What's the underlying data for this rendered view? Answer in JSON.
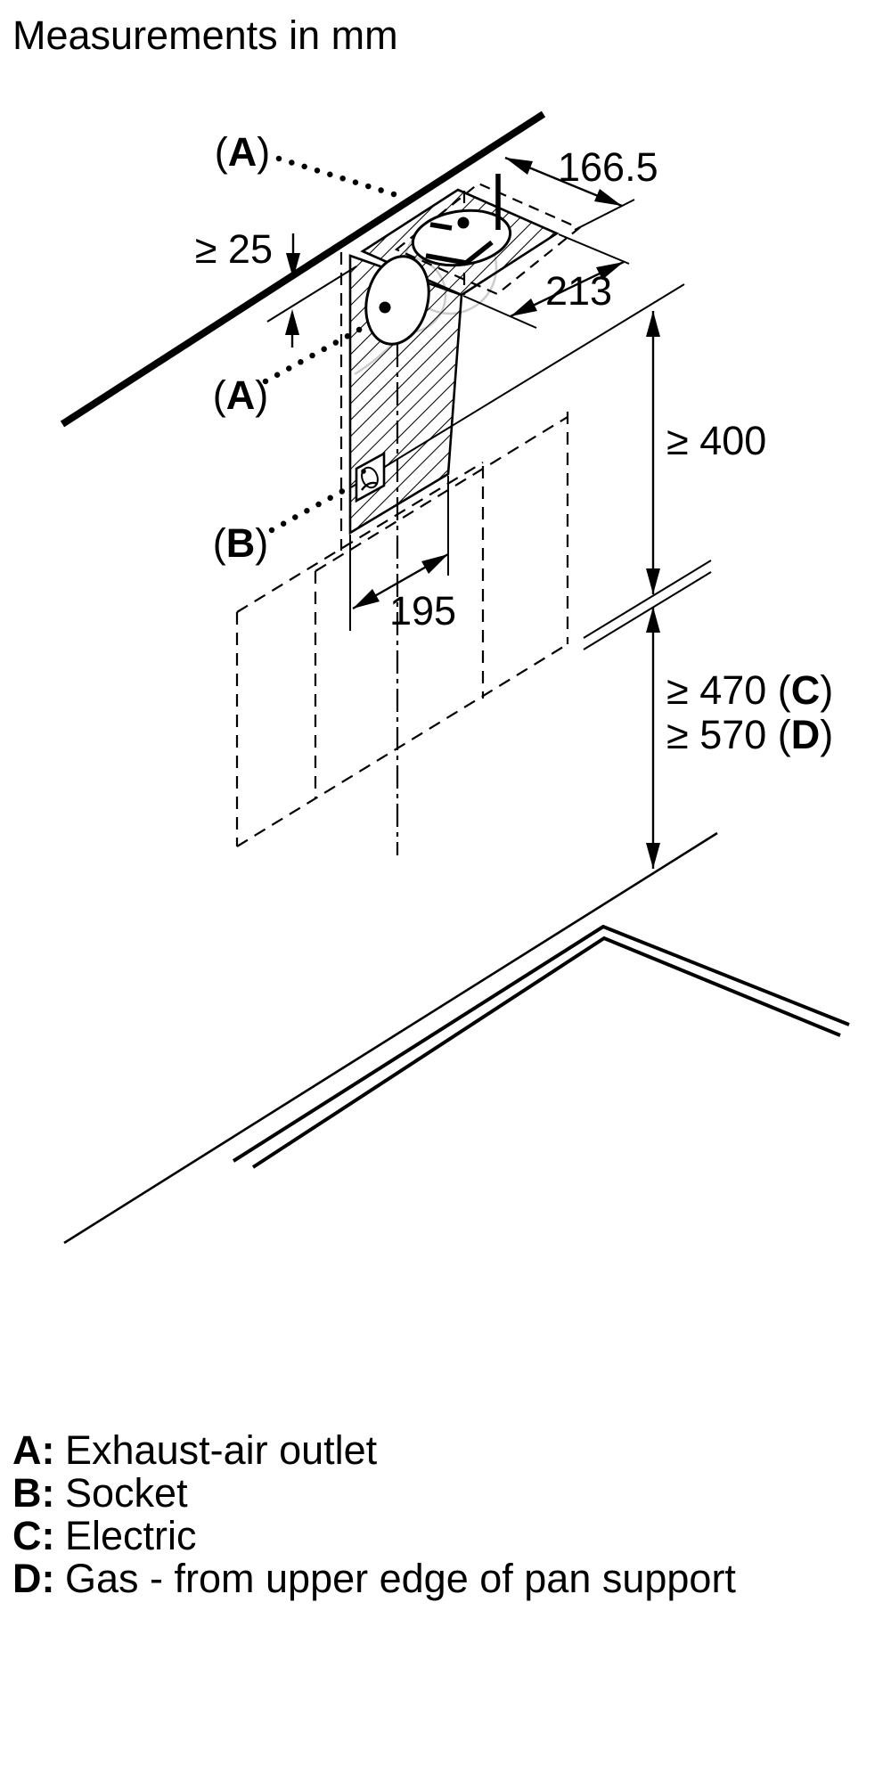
{
  "title": "Measurements in mm",
  "dimensions": {
    "ceiling_gap": "≥ 25",
    "outlet_width": "166.5",
    "outlet_depth": "213",
    "duct_width": "195",
    "min_distance_hood": "≥ 400",
    "electric_pre": "≥ 470 (",
    "electric_letter": "C",
    "electric_post": ")",
    "gas_pre": "≥ 570 (",
    "gas_letter": "D",
    "gas_post": ")"
  },
  "callouts": {
    "open": "(",
    "close": ")",
    "letter_a": "A",
    "letter_b": "B"
  },
  "legend": [
    {
      "key": "A:",
      "text": "Exhaust-air outlet"
    },
    {
      "key": "B:",
      "text": "Socket"
    },
    {
      "key": "C:",
      "text": "Electric"
    },
    {
      "key": "D:",
      "text": "Gas - from upper edge of pan support"
    }
  ],
  "colors": {
    "ink": "#000000",
    "ghost": "#cccccc",
    "background": "#ffffff"
  }
}
